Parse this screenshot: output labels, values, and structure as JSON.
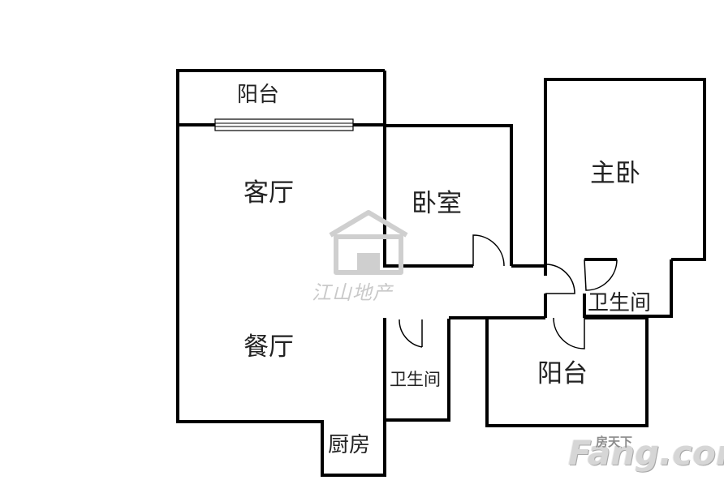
{
  "rooms": {
    "balcony_top": "阳台",
    "living_room": "客厅",
    "bedroom": "卧室",
    "master_bedroom": "主卧",
    "dining_room": "餐厅",
    "bathroom_left": "卫生间",
    "bathroom_right": "卫生间",
    "balcony_bottom": "阳台",
    "kitchen": "厨房"
  },
  "watermark": {
    "agency_name": "江山地产",
    "site_brand_cn": "房天下",
    "site_brand": "Fang.com"
  },
  "colors": {
    "wall": "#000000",
    "background": "#ffffff",
    "watermark": "#c9c9c9"
  }
}
